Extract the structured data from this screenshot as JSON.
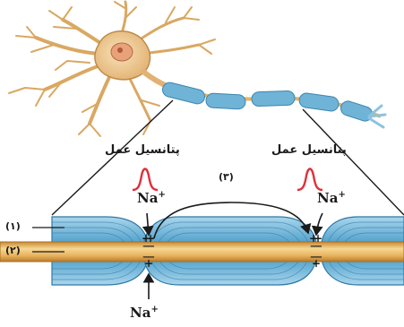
{
  "labels": {
    "action_potential_left": "پتانسیل عمل",
    "action_potential_right": "پتانسیل عمل",
    "marker_1": "(۱)",
    "marker_2": "(۲)",
    "marker_3": "(۳)",
    "ion_base": "Na",
    "ion_charge": "+"
  },
  "colors": {
    "myelin": "#6fb3d6",
    "myelin_light": "#bfe2f2",
    "axon": "#e7b25e",
    "axon_light": "#f6d792",
    "neuron_body": "#f1cf97",
    "nucleus": "#e8a27a",
    "action_potential_curve": "#e0303a",
    "outline": "#1a1a1a"
  }
}
